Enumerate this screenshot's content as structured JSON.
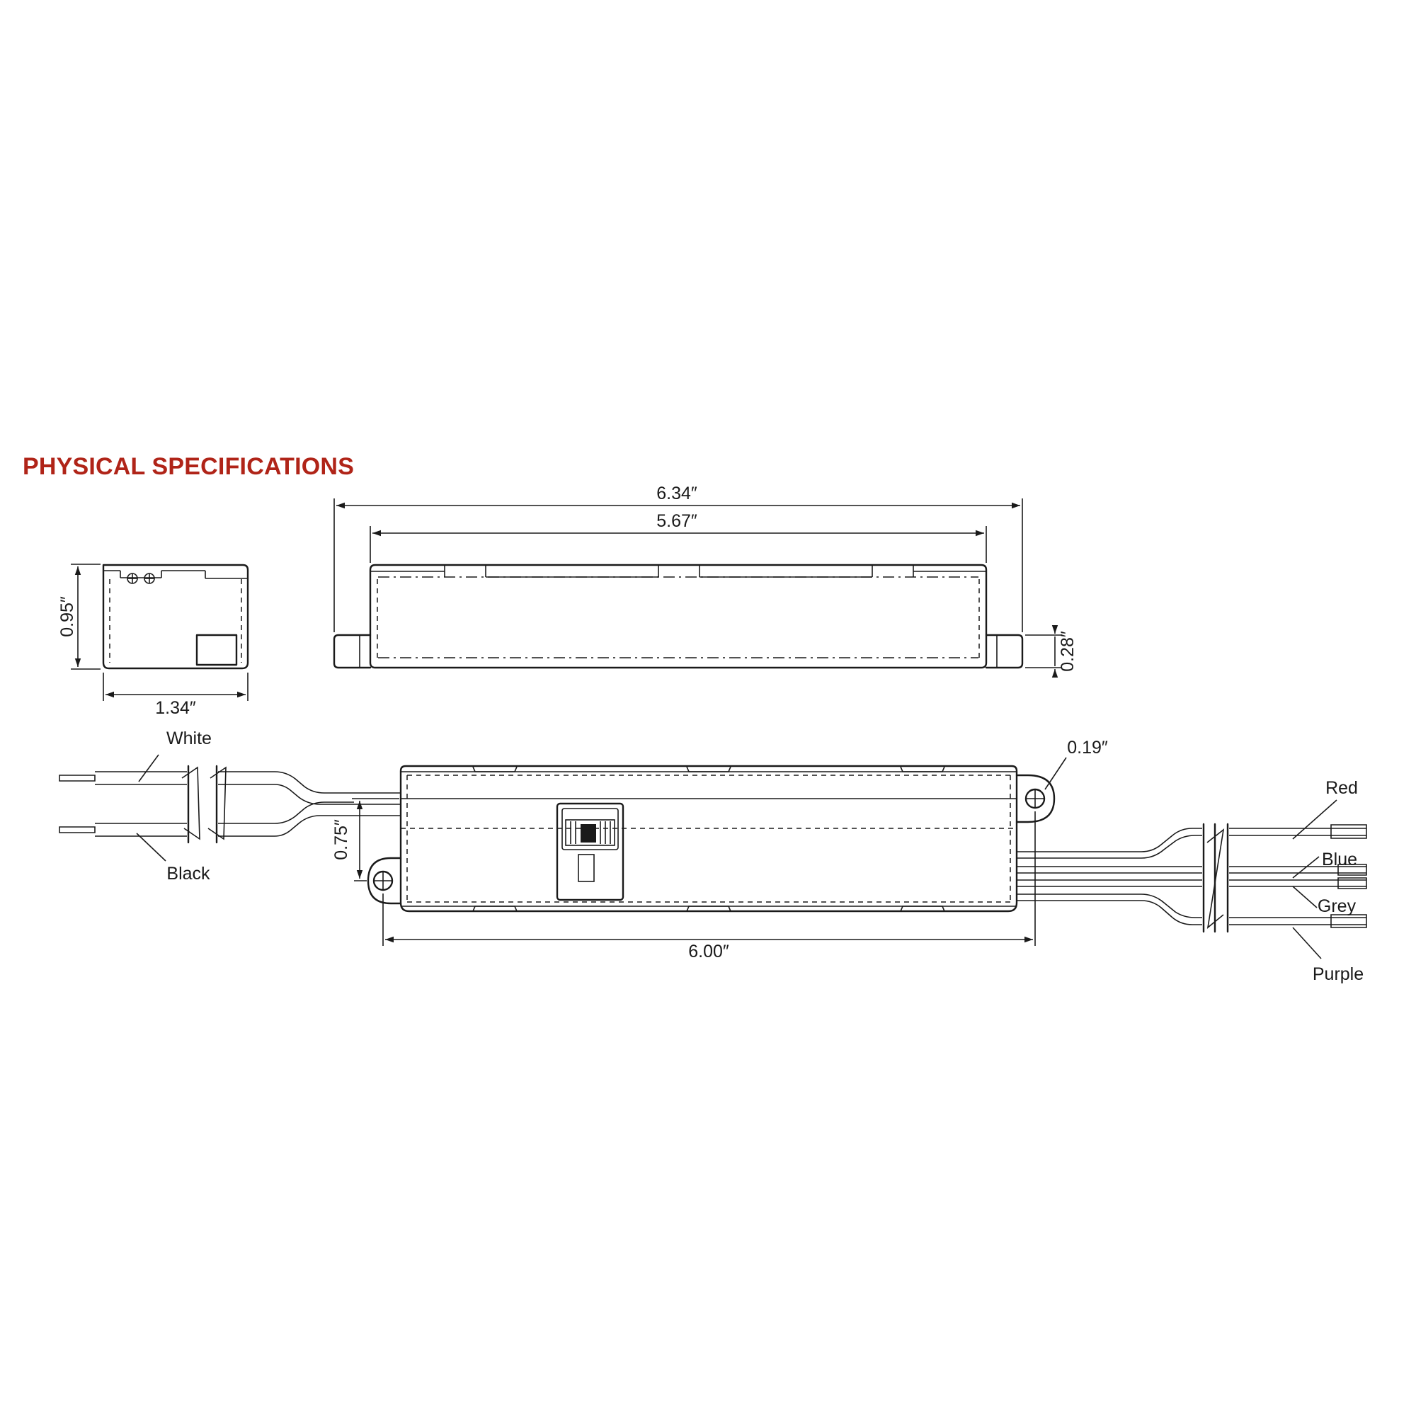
{
  "heading": "PHYSICAL SPECIFICATIONS",
  "colors": {
    "heading": "#b02418",
    "line": "#1a1a1a",
    "background": "#ffffff"
  },
  "dimensions": {
    "overall_length": "6.34″",
    "body_length": "5.67″",
    "height": "0.95″",
    "width": "1.34″",
    "tab_height": "0.28″",
    "mount_spacing": "0.75″",
    "mount_hole": "0.19″",
    "mount_length": "6.00″"
  },
  "wires": {
    "input": [
      "White",
      "Black"
    ],
    "output": [
      "Red",
      "Blue",
      "Grey",
      "Purple"
    ]
  }
}
